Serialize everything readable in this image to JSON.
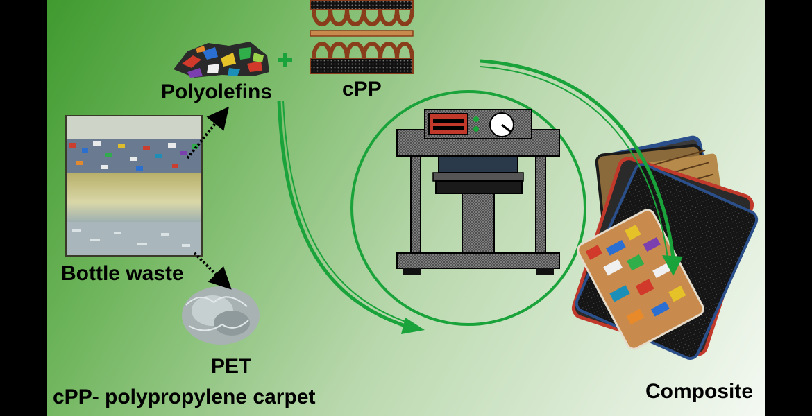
{
  "labels": {
    "polyolefins": "Polyolefins",
    "cpp": "cPP",
    "bottle_waste": "Bottle waste",
    "pet": "PET",
    "legend": "cPP- polypropylene carpet",
    "composite": "Composite"
  },
  "icons": {
    "plus": "plus-icon",
    "press": "hot-press-icon"
  },
  "colors": {
    "accent_green": "#1aa33a",
    "arrow_black": "#000000",
    "carpet_brown": "#8a3d1a",
    "press_red": "#c0392b"
  }
}
